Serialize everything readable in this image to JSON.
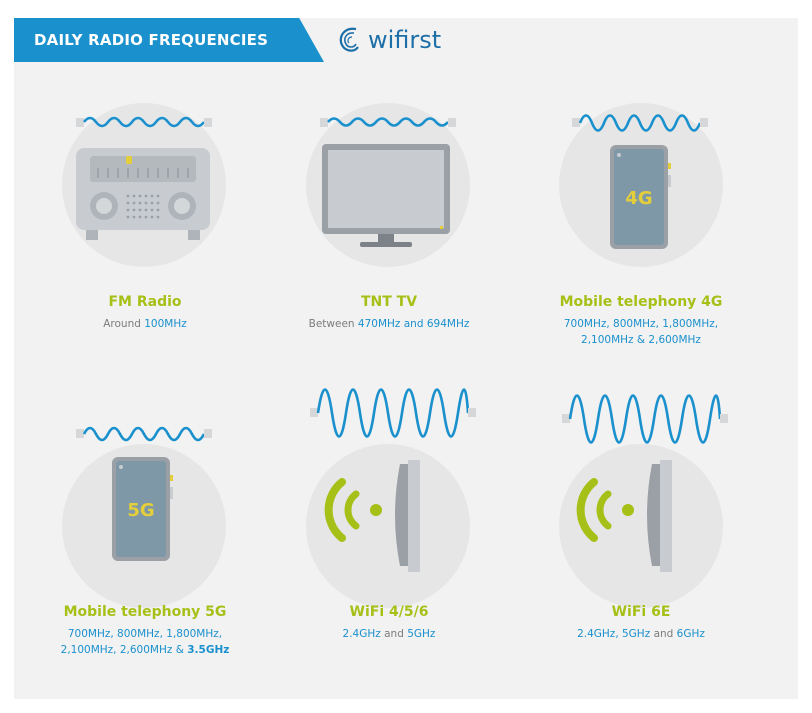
{
  "header": {
    "title": "DAILY RADIO FREQUENCIES",
    "brand": "wifirst"
  },
  "colors": {
    "accent": "#1a90cd",
    "title_green": "#a7c017",
    "wave_blue": "#1a90cd",
    "disc_gray": "#e6e6e6",
    "device_gray": "#c8ccd0"
  },
  "cards": [
    {
      "title": "FM Radio",
      "line1_pre": "Around ",
      "line1_hl": "100MHz",
      "icon": "radio-icon"
    },
    {
      "title": "TNT TV",
      "line1_pre": "Between ",
      "line1_hl": "470MHz and 694MHz",
      "icon": "tv-icon"
    },
    {
      "title": "Mobile telephony 4G",
      "line1": "700MHz, 800MHz, 1,800MHz,",
      "line2": "2,100MHz & 2,600MHz",
      "device_label": "4G",
      "icon": "smartphone-icon"
    },
    {
      "title": "Mobile telephony  5G",
      "line1": "700MHz, 800MHz, 1,800MHz,",
      "line2_pre": "2,100MHz, 2,600MHz & ",
      "line2_bold": "3.5GHz",
      "device_label": "5G",
      "icon": "smartphone-icon"
    },
    {
      "title": "WiFi 4/5/6",
      "part1": "2.4GHz",
      "mid": " and ",
      "part2": "5GHz",
      "icon": "wifi-access-point-icon"
    },
    {
      "title": "WiFi 6E",
      "part1": "2.4GHz, 5GHz",
      "mid": " and ",
      "part2": "6GHz",
      "icon": "wifi-access-point-icon"
    }
  ]
}
